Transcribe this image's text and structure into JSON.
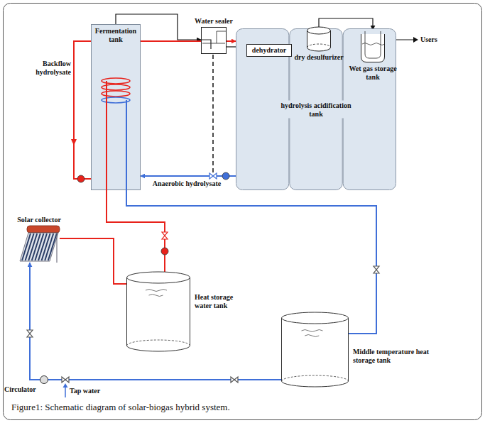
{
  "diagram": {
    "caption": "Figure1: Schematic diagram of solar-biogas hybrid system.",
    "nodes": [
      {
        "text": [
          "Fermentation tank"
        ]
      },
      {
        "text": [
          "hydrolysis acidification tank"
        ]
      },
      {
        "text": [
          "Water sealer"
        ]
      },
      {
        "text": [
          "dehydrator"
        ]
      },
      {
        "text": [
          "dry desulfurizer"
        ]
      },
      {
        "text": [
          "Wet gas storage tank"
        ]
      },
      {
        "text": [
          "Solar collector"
        ]
      },
      {
        "text": [
          "Heat storage water tank"
        ]
      },
      {
        "text": [
          "Middle temperature heat storage tank"
        ]
      }
    ],
    "edges": [
      {
        "from": 0,
        "to": 2,
        "arrow": "to"
      },
      {
        "from": 2,
        "to": 3,
        "arrow": "none"
      },
      {
        "from": 3,
        "to": 4,
        "arrow": "none"
      },
      {
        "from": 4,
        "to": 5,
        "arrow": "to"
      },
      {
        "from": 0,
        "to": 1,
        "arrow": "to"
      },
      {
        "from": 1,
        "to": 0,
        "label": "Anaerobic hydrolysate",
        "arrow": "to"
      },
      {
        "from": 6,
        "to": 7,
        "arrow": "none"
      },
      {
        "from": 7,
        "to": 0,
        "arrow": "none"
      },
      {
        "from": 0,
        "to": 8,
        "arrow": "none"
      },
      {
        "from": 8,
        "to": 6,
        "arrow": "to"
      }
    ],
    "labels": [
      "Users",
      "Backflow hydrolysate",
      "Circulator",
      "Tap water"
    ]
  }
}
